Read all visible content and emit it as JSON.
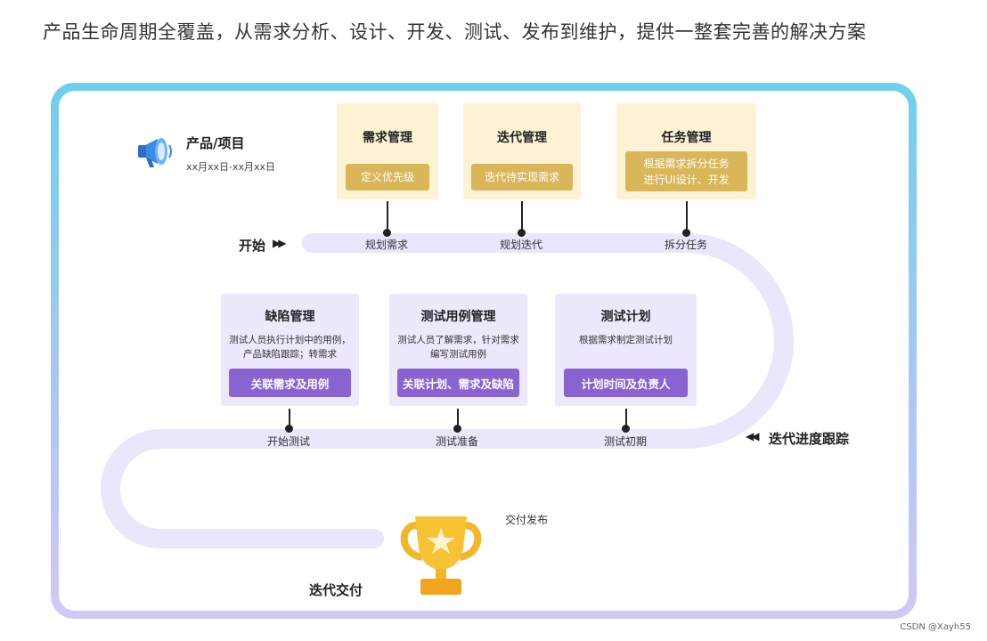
{
  "headline": "产品生命周期全覆盖，从需求分析、设计、开发、测试、发布到维护，提供一整套完善的解决方案",
  "project": {
    "title": "产品/项目",
    "date": "xx月xx日-xx月xx日"
  },
  "start": {
    "label": "开始",
    "arrows": "▶▶"
  },
  "top_cards": [
    {
      "title": "需求管理",
      "button": [
        "定义优先级"
      ],
      "milestone": "规划需求"
    },
    {
      "title": "迭代管理",
      "button": [
        "迭代待实现需求"
      ],
      "milestone": "规划迭代"
    },
    {
      "title": "任务管理",
      "button": [
        "根据需求拆分任务",
        "进行UI设计、开发"
      ],
      "milestone": "拆分任务"
    }
  ],
  "mid_cards": [
    {
      "title": "缺陷管理",
      "desc": [
        "测试人员执行计划中的用例，",
        "产品缺陷跟踪；转需求"
      ],
      "button": "关联需求及用例",
      "milestone": "开始测试"
    },
    {
      "title": "测试用例管理",
      "desc": [
        "测试人员了解需求，针对需求",
        "编写测试用例"
      ],
      "button": "关联计划、需求及缺陷",
      "milestone": "测试准备"
    },
    {
      "title": "测试计划",
      "desc": [
        "根据需求制定测试计划"
      ],
      "button": "计划时间及负责人",
      "milestone": "测试初期"
    }
  ],
  "tracking": {
    "arrows": "◀◀",
    "label": "迭代进度跟踪"
  },
  "release_label": "交付发布",
  "end_label": "迭代交付",
  "watermark": "CSDN @Xayh55",
  "colors": {
    "track": "#ebe6fb",
    "gold": "#d9b65a",
    "purple": "#8a63d2",
    "card_top": "#fdf3d4",
    "card_mid": "#ede8fb"
  }
}
